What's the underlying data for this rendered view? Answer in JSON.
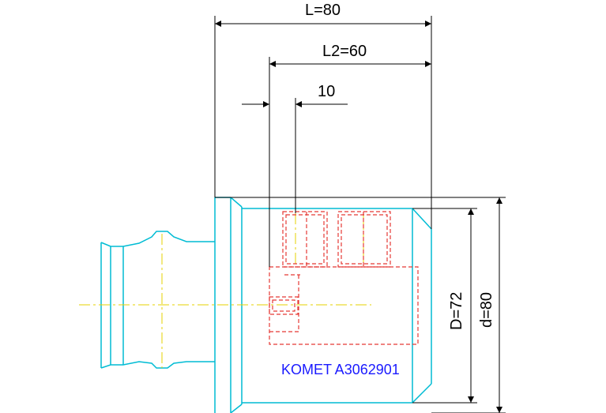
{
  "dimensions": {
    "L": "L=80",
    "L2": "L2=60",
    "offset": "10",
    "D": "D=72",
    "d": "d=80"
  },
  "part_label": "KOMET A3062901",
  "colors": {
    "outline": "#00bcd4",
    "hidden": "#e53935",
    "centerline": "#e6d200",
    "dimension": "#000000",
    "label": "#1a1aff"
  }
}
